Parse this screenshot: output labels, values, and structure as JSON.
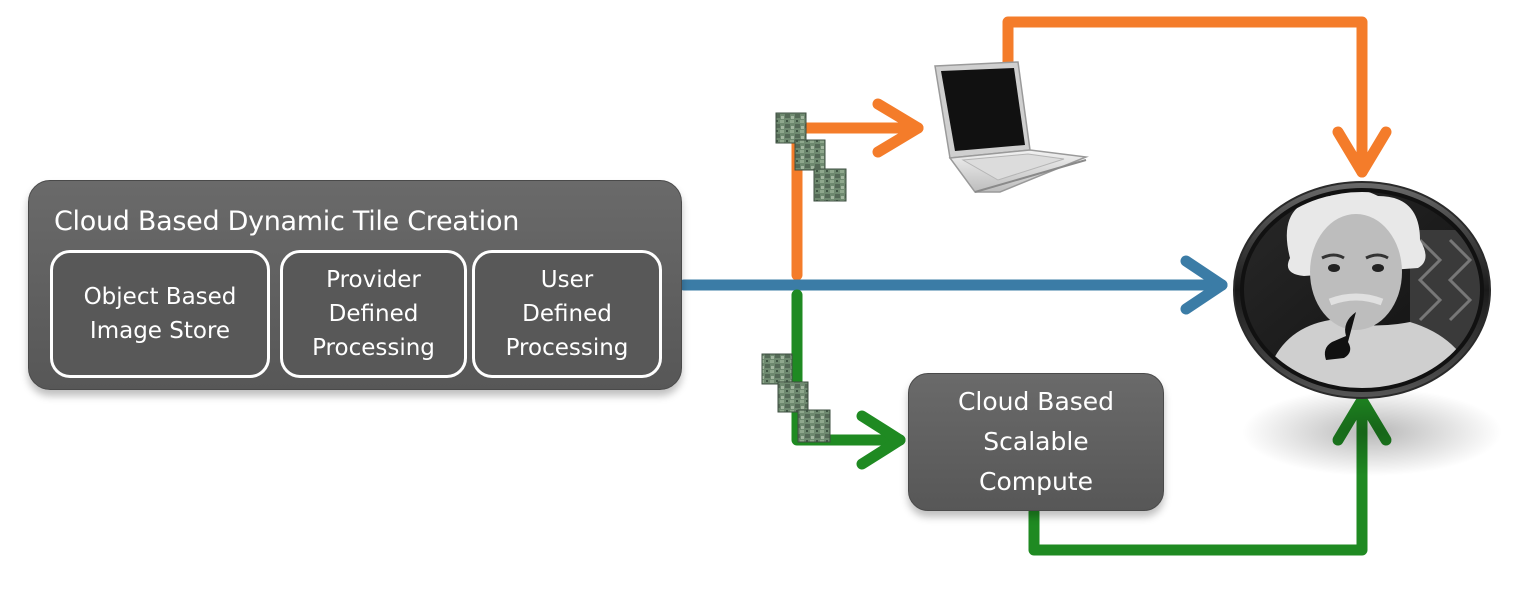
{
  "main_box": {
    "title": "Cloud Based Dynamic Tile Creation",
    "sub_boxes": [
      {
        "lines": [
          "Object Based",
          "Image Store"
        ]
      },
      {
        "lines": [
          "Provider",
          "Defined",
          "Processing"
        ]
      },
      {
        "lines": [
          "User",
          "Defined",
          "Processing"
        ]
      }
    ]
  },
  "compute_box": {
    "lines": [
      "Cloud Based",
      "Scalable",
      "Compute"
    ]
  },
  "colors": {
    "orange": "#f47c2a",
    "blue": "#3b7ca6",
    "green": "#1f8a22",
    "box_fill": "#606060",
    "text": "#ffffff"
  },
  "icons": [
    "laptop-icon",
    "user-portrait-icon",
    "image-tile-icon"
  ]
}
